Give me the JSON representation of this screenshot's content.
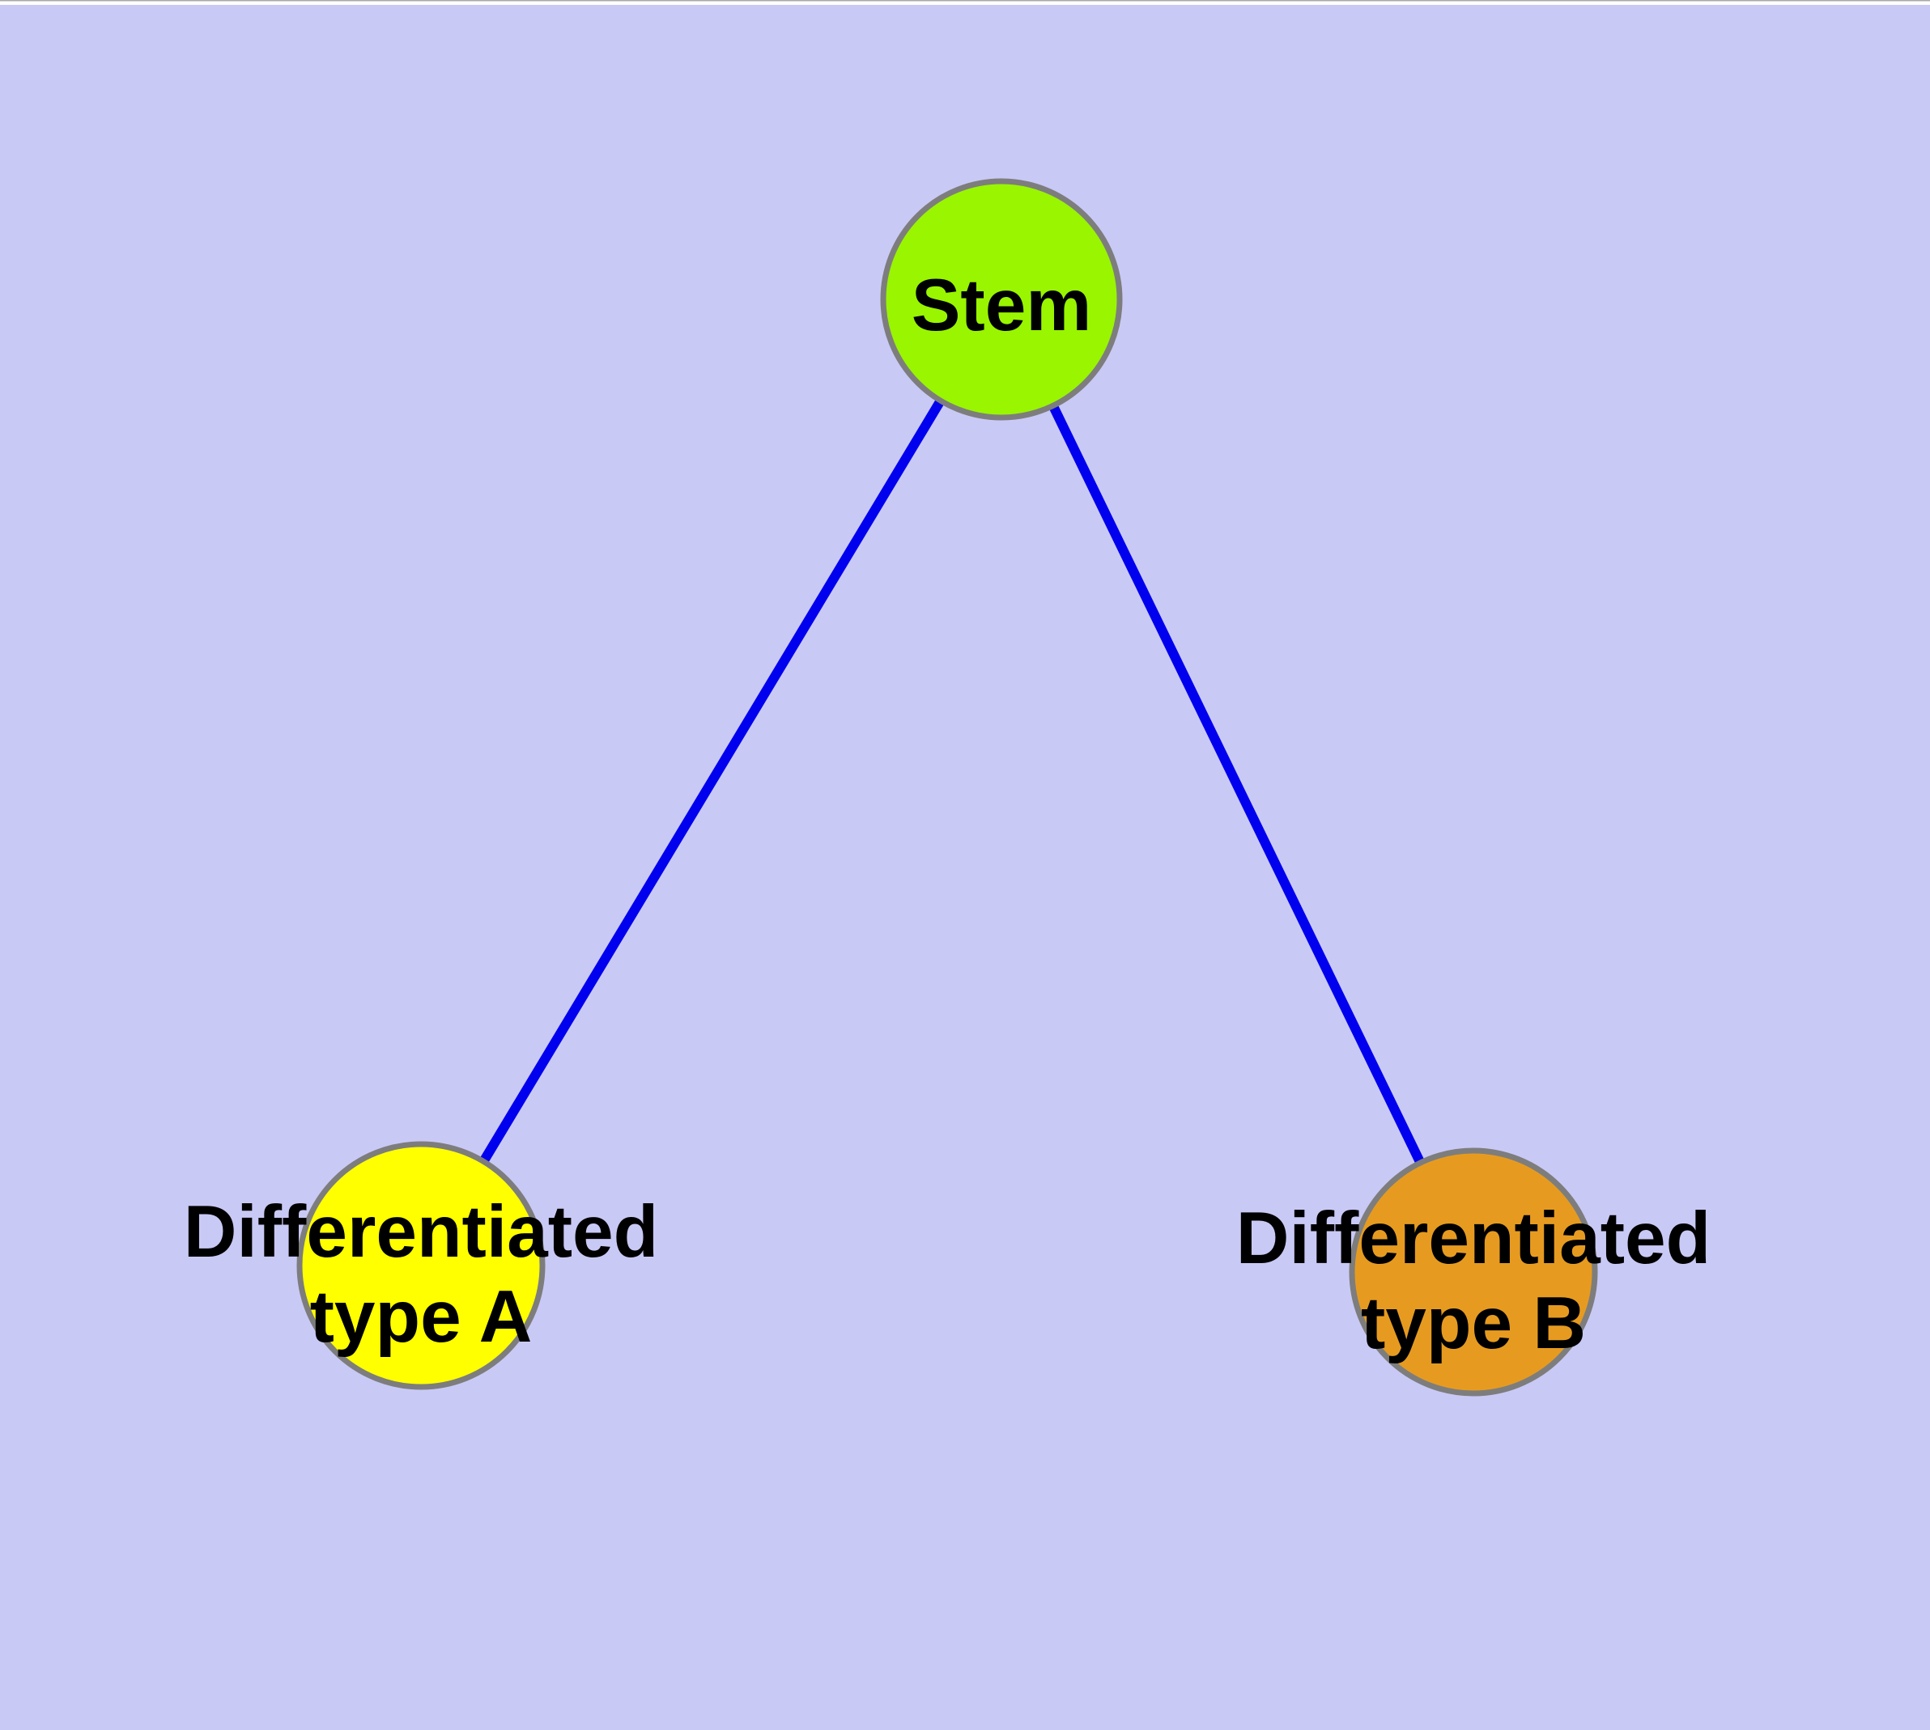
{
  "diagram": {
    "background_color": "#C9C9F6",
    "top_hairline_color": "#A8A8A8",
    "top_band_color": "#FFFFFF",
    "label_color": "#000000",
    "nodes": [
      {
        "id": "stem",
        "label_lines": [
          "Stem"
        ],
        "fill": "#99F500",
        "stroke": "#7D7D7D",
        "stroke_width": 7
      },
      {
        "id": "differentiated-type-a",
        "label_lines": [
          "Differentiated",
          "type A"
        ],
        "fill": "#FFFF00",
        "stroke": "#7D7D7D",
        "stroke_width": 7
      },
      {
        "id": "differentiated-type-b",
        "label_lines": [
          "Differentiated",
          "type B"
        ],
        "fill": "#E69B20",
        "stroke": "#7D7D7D",
        "stroke_width": 7
      }
    ],
    "edges": [
      {
        "from": "stem",
        "to": "differentiated-type-a",
        "color": "#0000EE",
        "width": 12
      },
      {
        "from": "stem",
        "to": "differentiated-type-b",
        "color": "#0000EE",
        "width": 12
      }
    ]
  }
}
